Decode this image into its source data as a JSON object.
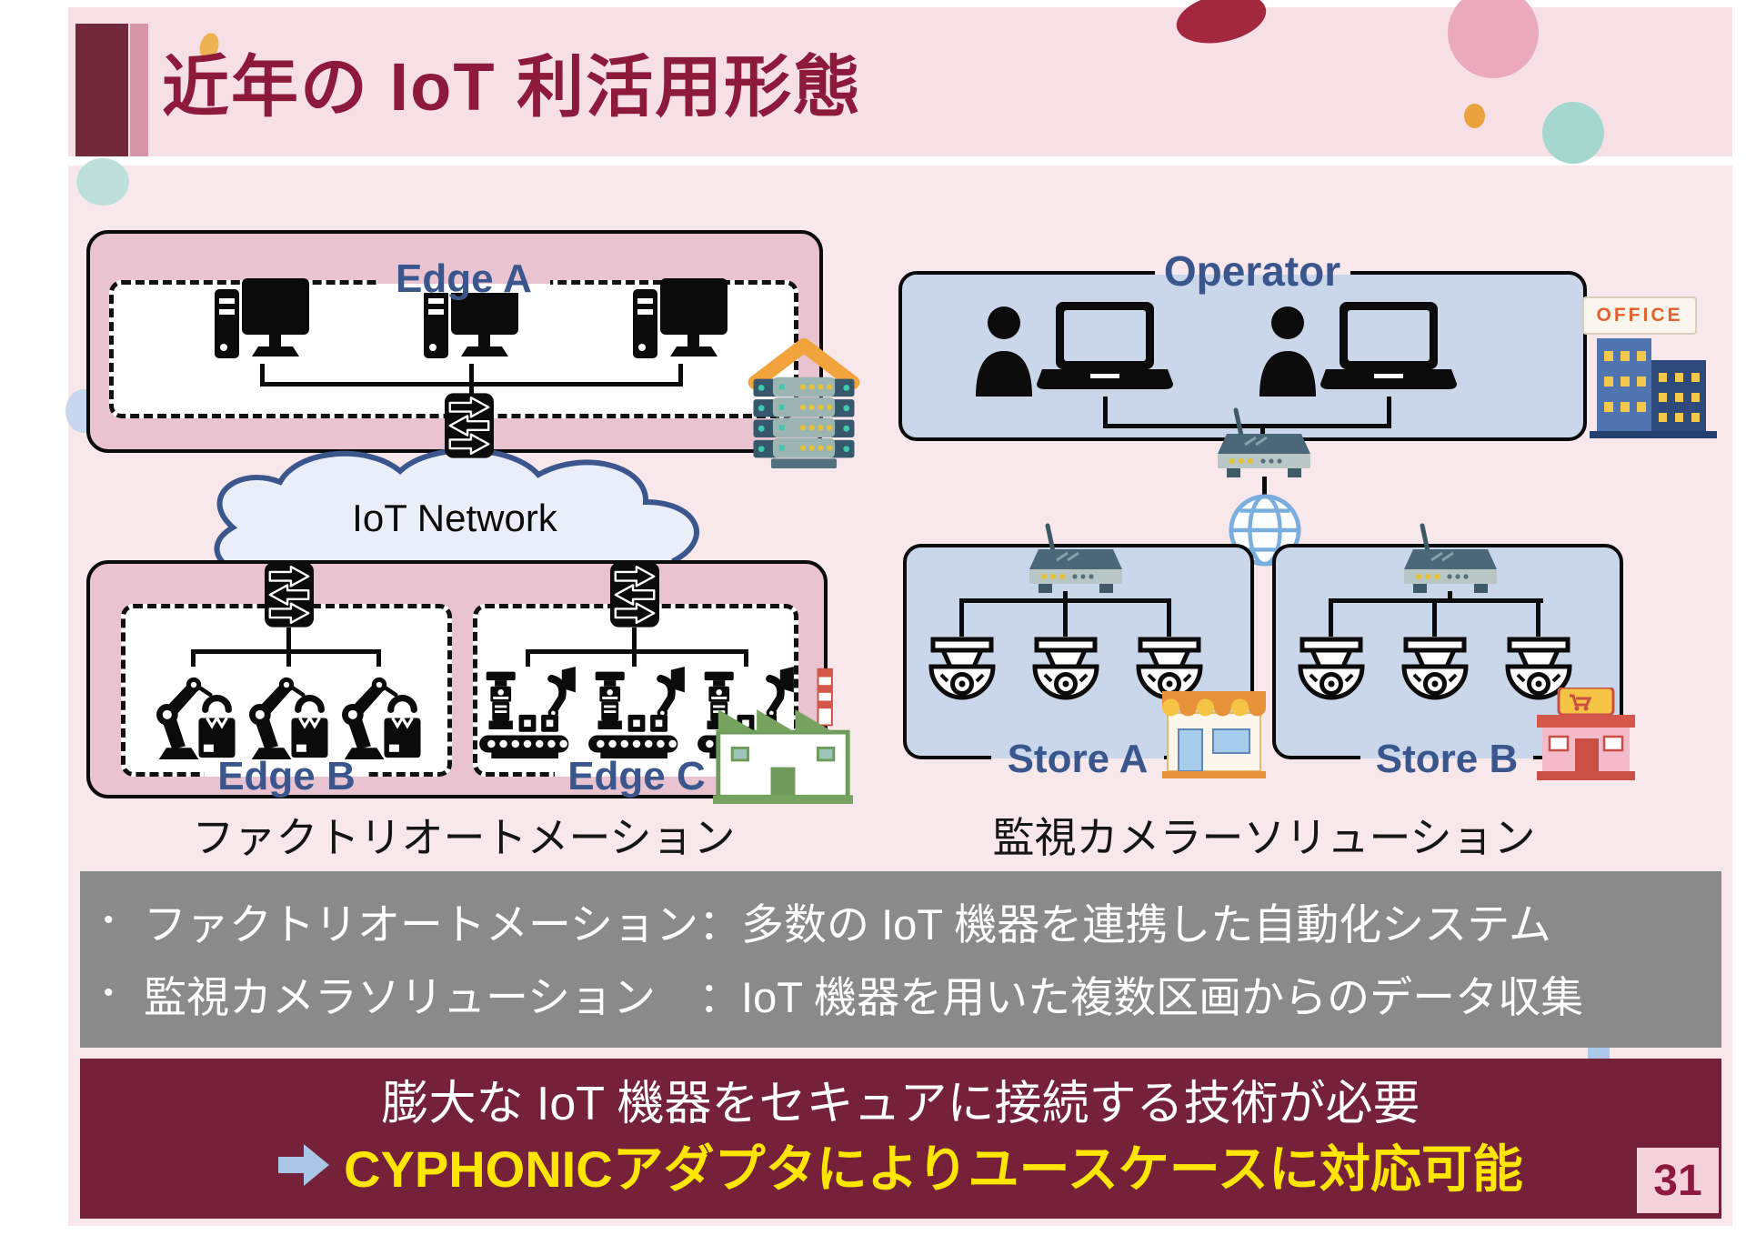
{
  "slide": {
    "title": "近年の IoT 利活用形態",
    "page_number": "31"
  },
  "factory_diagram": {
    "edge_a": "Edge A",
    "edge_b": "Edge B",
    "edge_c": "Edge C",
    "network": "IoT Network",
    "caption": "ファクトリオートメーション"
  },
  "camera_diagram": {
    "operator": "Operator",
    "office_sign": "OFFICE",
    "store_a": "Store A",
    "store_b": "Store B",
    "caption": "監視カメラーソリューション"
  },
  "summary": {
    "bullet": "•",
    "line1": "ファクトリオートメーション：多数の IoT 機器を連携した自動化システム",
    "line2": "監視カメラソリューション　：IoT 機器を用いた複数区画からのデータ収集"
  },
  "conclusion": {
    "line1": "膨大な IoT 機器をセキュアに接続する技術が必要",
    "line2": "CYPHONICアダプタによりユースケースに対応可能"
  },
  "colors": {
    "accent_maroon": "#73293C",
    "accent_rose": "#D695A8",
    "title_text": "#8E1A3B",
    "slide_pink": "#F8E7EB",
    "panel_pink": "#E9C3CF",
    "panel_blue": "#CAD6E9",
    "label_blue": "#3A568C",
    "summary_gray": "#8A8A8A",
    "conclusion_maroon": "#76213A",
    "highlight_yellow": "#FFE600",
    "roof_orange": "#F2A33C"
  }
}
